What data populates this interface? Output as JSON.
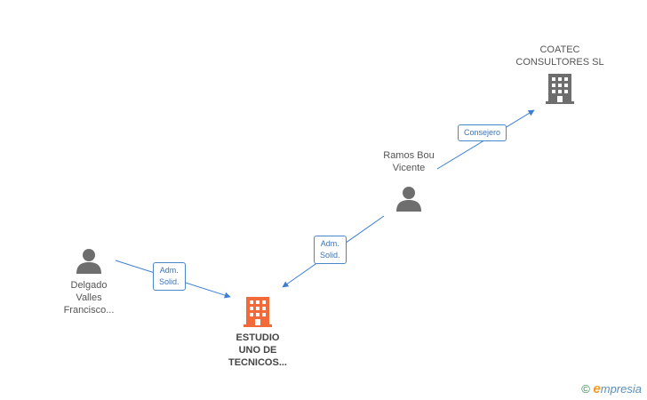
{
  "nodes": {
    "coatec": {
      "label": "COATEC\nCONSULTORES SL",
      "type": "company",
      "color": "#6e6e6e"
    },
    "ramos": {
      "label": "Ramos Bou\nVicente",
      "type": "person",
      "color": "#6e6e6e"
    },
    "delgado": {
      "label": "Delgado\nValles\nFrancisco...",
      "type": "person",
      "color": "#6e6e6e"
    },
    "estudio": {
      "label": "ESTUDIO\nUNO DE\nTECNICOS...",
      "type": "company",
      "color": "#f26a3a"
    }
  },
  "edges": {
    "ramos_coatec": {
      "label": "Consejero"
    },
    "ramos_estudio": {
      "label": "Adm.\nSolid."
    },
    "delgado_estudio": {
      "label": "Adm.\nSolid."
    }
  },
  "colors": {
    "edge": "#3b7fd4",
    "edge_label_border": "#4a86c8"
  },
  "footer": {
    "copyright": "©",
    "brand_initial": "e",
    "brand_rest": "mpresia"
  }
}
